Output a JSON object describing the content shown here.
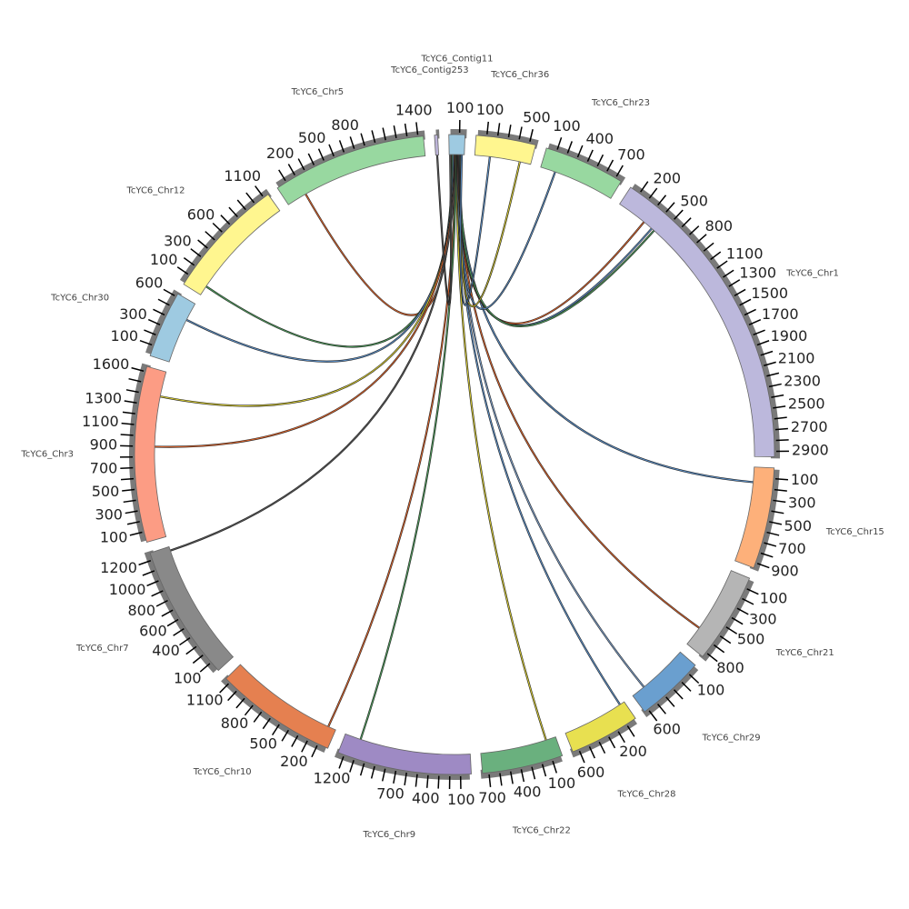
{
  "chart_data": {
    "type": "circos",
    "tick_step": 100,
    "chromosomes": [
      {
        "name": "TcYC6_Contig253",
        "length": 30,
        "color": "#bcb4d8",
        "tick_max": 0
      },
      {
        "name": "TcYC6_Contig11",
        "length": 150,
        "color": "#9ecae1",
        "tick_max": 100
      },
      {
        "name": "TcYC6_Chr36",
        "length": 560,
        "color": "#fff68f",
        "tick_max": 500
      },
      {
        "name": "TcYC6_Chr23",
        "length": 760,
        "color": "#98d8a0",
        "tick_max": 700
      },
      {
        "name": "TcYC6_Chr1",
        "length": 2950,
        "color": "#bcb8dc",
        "tick_max": 2900
      },
      {
        "name": "TcYC6_Chr15",
        "length": 950,
        "color": "#fdb07a",
        "tick_max": 900
      },
      {
        "name": "TcYC6_Chr21",
        "length": 850,
        "color": "#b5b5b5",
        "tick_max": 800
      },
      {
        "name": "TcYC6_Chr29",
        "length": 640,
        "color": "#6a9fcf",
        "tick_max": 600
      },
      {
        "name": "TcYC6_Chr28",
        "length": 660,
        "color": "#e8e050",
        "tick_max": 600
      },
      {
        "name": "TcYC6_Chr22",
        "length": 760,
        "color": "#6ab07e",
        "tick_max": 700
      },
      {
        "name": "TcYC6_Chr9",
        "length": 1260,
        "color": "#9e8ac4",
        "tick_max": 1200
      },
      {
        "name": "TcYC6_Chr10",
        "length": 1150,
        "color": "#e58050",
        "tick_max": 1100
      },
      {
        "name": "TcYC6_Chr7",
        "length": 1270,
        "color": "#898989",
        "tick_max": 1200
      },
      {
        "name": "TcYC6_Chr3",
        "length": 1650,
        "color": "#fc9c84",
        "tick_max": 1600
      },
      {
        "name": "TcYC6_Chr30",
        "length": 630,
        "color": "#9ecae1",
        "tick_max": 600
      },
      {
        "name": "TcYC6_Chr12",
        "length": 1150,
        "color": "#fff68f",
        "tick_max": 1100
      },
      {
        "name": "TcYC6_Chr5",
        "length": 1450,
        "color": "#98d8a0",
        "tick_max": 1400
      }
    ],
    "links": [
      {
        "from": [
          "TcYC6_Contig11",
          20
        ],
        "to": [
          "TcYC6_Chr5",
          200
        ],
        "color": "#d9622b"
      },
      {
        "from": [
          "TcYC6_Contig11",
          30
        ],
        "to": [
          "TcYC6_Chr12",
          100
        ],
        "color": "#4c9a5a"
      },
      {
        "from": [
          "TcYC6_Contig11",
          40
        ],
        "to": [
          "TcYC6_Chr30",
          450
        ],
        "color": "#5b8fc7"
      },
      {
        "from": [
          "TcYC6_Contig11",
          50
        ],
        "to": [
          "TcYC6_Chr3",
          1400
        ],
        "color": "#d8cc30"
      },
      {
        "from": [
          "TcYC6_Contig11",
          55
        ],
        "to": [
          "TcYC6_Chr3",
          900
        ],
        "color": "#d9622b"
      },
      {
        "from": [
          "TcYC6_Contig11",
          60
        ],
        "to": [
          "TcYC6_Chr7",
          1230
        ],
        "color": "#555555"
      },
      {
        "from": [
          "TcYC6_Contig11",
          65
        ],
        "to": [
          "TcYC6_Chr10",
          80
        ],
        "color": "#d9622b"
      },
      {
        "from": [
          "TcYC6_Contig11",
          70
        ],
        "to": [
          "TcYC6_Chr9",
          1100
        ],
        "color": "#4c9a5a"
      },
      {
        "from": [
          "TcYC6_Contig11",
          75
        ],
        "to": [
          "TcYC6_Chr22",
          100
        ],
        "color": "#d8cc30"
      },
      {
        "from": [
          "TcYC6_Contig11",
          80
        ],
        "to": [
          "TcYC6_Chr28",
          50
        ],
        "color": "#5b8fc7"
      },
      {
        "from": [
          "TcYC6_Contig11",
          85
        ],
        "to": [
          "TcYC6_Chr29",
          500
        ],
        "color": "#7b9ec9"
      },
      {
        "from": [
          "TcYC6_Contig11",
          90
        ],
        "to": [
          "TcYC6_Chr21",
          650
        ],
        "color": "#d9622b"
      },
      {
        "from": [
          "TcYC6_Contig11",
          95
        ],
        "to": [
          "TcYC6_Chr15",
          150
        ],
        "color": "#5b8fc7"
      },
      {
        "from": [
          "TcYC6_Contig11",
          100
        ],
        "to": [
          "TcYC6_Chr1",
          300
        ],
        "color": "#d9622b"
      },
      {
        "from": [
          "TcYC6_Contig11",
          105
        ],
        "to": [
          "TcYC6_Chr1",
          400
        ],
        "color": "#5b8fc7"
      },
      {
        "from": [
          "TcYC6_Contig11",
          110
        ],
        "to": [
          "TcYC6_Chr1",
          430
        ],
        "color": "#4c9a5a"
      },
      {
        "from": [
          "TcYC6_Contig11",
          115
        ],
        "to": [
          "TcYC6_Chr23",
          150
        ],
        "color": "#5b8fc7"
      },
      {
        "from": [
          "TcYC6_Contig11",
          120
        ],
        "to": [
          "TcYC6_Chr36",
          450
        ],
        "color": "#d8cc30"
      },
      {
        "from": [
          "TcYC6_Contig11",
          125
        ],
        "to": [
          "TcYC6_Chr36",
          150
        ],
        "color": "#5b8fc7"
      },
      {
        "from": [
          "TcYC6_Contig11",
          10
        ],
        "to": [
          "TcYC6_Contig253",
          15
        ],
        "color": "#555555"
      }
    ]
  }
}
